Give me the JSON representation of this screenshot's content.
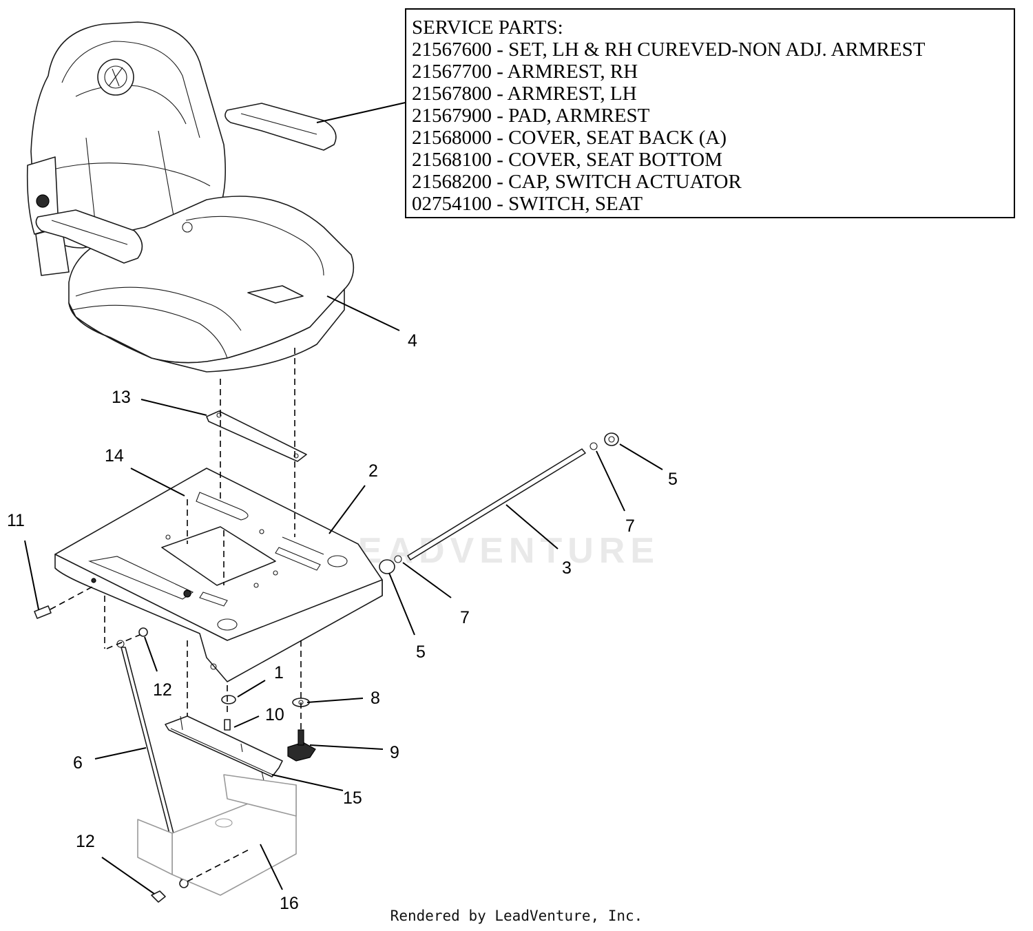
{
  "service_parts": {
    "heading": "SERVICE PARTS:",
    "items": [
      "21567600 - SET, LH & RH CUREVED-NON ADJ. ARMREST",
      "21567700 - ARMREST, RH",
      "21567800 - ARMREST, LH",
      "21567900 - PAD, ARMREST",
      "21568000 - COVER, SEAT BACK (A)",
      "21568100 - COVER, SEAT BOTTOM",
      "21568200 - CAP, SWITCH ACTUATOR",
      "02754100 - SWITCH, SEAT"
    ]
  },
  "callouts": {
    "c4": "4",
    "c13": "13",
    "c14": "14",
    "c2": "2",
    "c11": "11",
    "c3": "3",
    "c5a": "5",
    "c7a": "7",
    "c7b": "7",
    "c5b": "5",
    "c1": "1",
    "c12a": "12",
    "c8": "8",
    "c10": "10",
    "c9": "9",
    "c6": "6",
    "c15": "15",
    "c12b": "12",
    "c16": "16"
  },
  "watermark": "LEADVENTURE",
  "footer": "Rendered by LeadVenture, Inc."
}
